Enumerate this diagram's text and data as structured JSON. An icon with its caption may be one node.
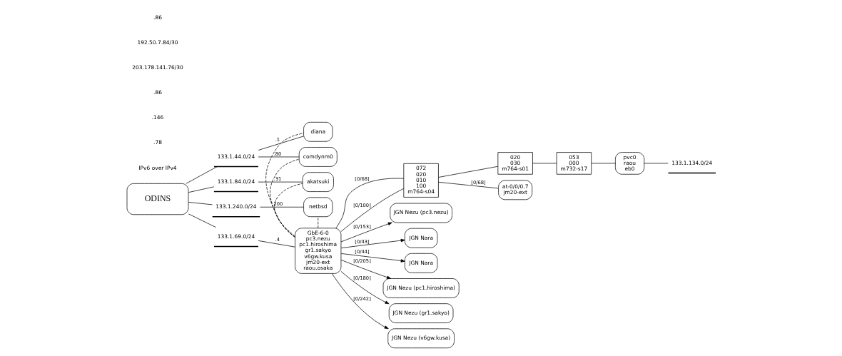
{
  "diagram": {
    "nodes": [
      {
        "text": [
          "ODINS"
        ]
      },
      {
        "text": [
          "133.1.44.0/24"
        ]
      },
      {
        "text": [
          "diana"
        ]
      },
      {
        "text": [
          "comdynm0"
        ]
      },
      {
        "text": [
          "133.1.84.0/24"
        ]
      },
      {
        "text": [
          "akatsuki"
        ]
      },
      {
        "text": [
          "133.1.240.0/24"
        ]
      },
      {
        "text": [
          "netbsd"
        ]
      },
      {
        "text": [
          "133.1.69.0/24"
        ]
      },
      {
        "text": [
          "GbE-6-0",
          "pc3.nezu",
          "pc1.hiroshima",
          "gr1.sakyo",
          "v6gw.kusa",
          "jm20-ext",
          "raou.osaka"
        ]
      },
      {
        "text": [
          "pvc0",
          "raou",
          "eb0"
        ]
      },
      {
        "text": [
          "133.1.134.0/24"
        ]
      },
      {
        "text": [
          "053",
          "000",
          "m732-s17"
        ]
      },
      {
        "text": [
          "020",
          "030",
          "m764-s01"
        ]
      },
      {
        "text": [
          "072",
          "020",
          "010",
          "100",
          "m764-s04"
        ]
      },
      {
        "text": [
          "JGN Nezu (pc3.nezu)"
        ]
      },
      {
        "text": [
          "JGN Nara"
        ]
      },
      {
        "text": [
          "JGN Nara"
        ]
      },
      {
        "text": [
          "JGN Nezu (pc1.hiroshima)"
        ]
      },
      {
        "text": [
          "JGN Nezu (gr1.sakyo)"
        ]
      },
      {
        "text": [
          "JGN Nezu (v6gw.kusa)"
        ]
      },
      {
        "text": [
          "at-0/0/0.7",
          "jm20-ext"
        ]
      }
    ],
    "edges": [
      {
        "from": 0,
        "to": 1,
        "arrow": "none"
      },
      {
        "from": 0,
        "to": 4,
        "arrow": "none"
      },
      {
        "from": 0,
        "to": 6,
        "arrow": "none"
      },
      {
        "from": 0,
        "to": 8,
        "arrow": "none"
      },
      {
        "from": 1,
        "to": 2,
        "arrow": "none",
        "label": ".1"
      },
      {
        "from": 1,
        "to": 3,
        "arrow": "none",
        "label": ".80"
      },
      {
        "from": 4,
        "to": 5,
        "arrow": "none",
        "label": ".31"
      },
      {
        "from": 6,
        "to": 7,
        "arrow": "none",
        "label": ".200"
      },
      {
        "from": 8,
        "to": 9,
        "arrow": "none",
        "label": ".4"
      },
      {
        "from": 9,
        "to": 2,
        "arrow": "none",
        "style": "dashed"
      },
      {
        "from": 9,
        "to": 3,
        "arrow": "none",
        "style": "dashed"
      },
      {
        "from": 9,
        "to": 5,
        "arrow": "none",
        "style": "dashed"
      },
      {
        "from": 9,
        "to": 7,
        "arrow": "none",
        "style": "dashed"
      },
      {
        "from": 9,
        "to": 15,
        "arrow": "to",
        "label": "[0/153]"
      },
      {
        "from": 9,
        "to": 16,
        "arrow": "to",
        "label": "[0/43]"
      },
      {
        "from": 9,
        "to": 17,
        "arrow": "to",
        "label": "[0/44]"
      },
      {
        "from": 9,
        "to": 18,
        "arrow": "to",
        "label": "[0/205]"
      },
      {
        "from": 9,
        "to": 19,
        "arrow": "to",
        "label": "[0/180]"
      },
      {
        "from": 9,
        "to": 20,
        "arrow": "to",
        "label": "[0/242]"
      },
      {
        "from": 9,
        "to": 14,
        "arrow": "none",
        "label": "[0/68]"
      },
      {
        "from": 9,
        "to": 14,
        "arrow": "none",
        "label": "[0/100]"
      },
      {
        "from": 14,
        "to": 21,
        "arrow": "none",
        "label": "[0/68]"
      },
      {
        "from": 14,
        "to": 13,
        "arrow": "none"
      },
      {
        "from": 13,
        "to": 12,
        "arrow": "none"
      },
      {
        "from": 12,
        "to": 10,
        "arrow": "none"
      },
      {
        "from": 10,
        "to": 11,
        "arrow": "none"
      }
    ],
    "labels": [
      "IPv6 over IPv4",
      ".78",
      ".146",
      ".86",
      "203.178.141.76/30",
      "192.50.7.84/30",
      ".86"
    ]
  }
}
